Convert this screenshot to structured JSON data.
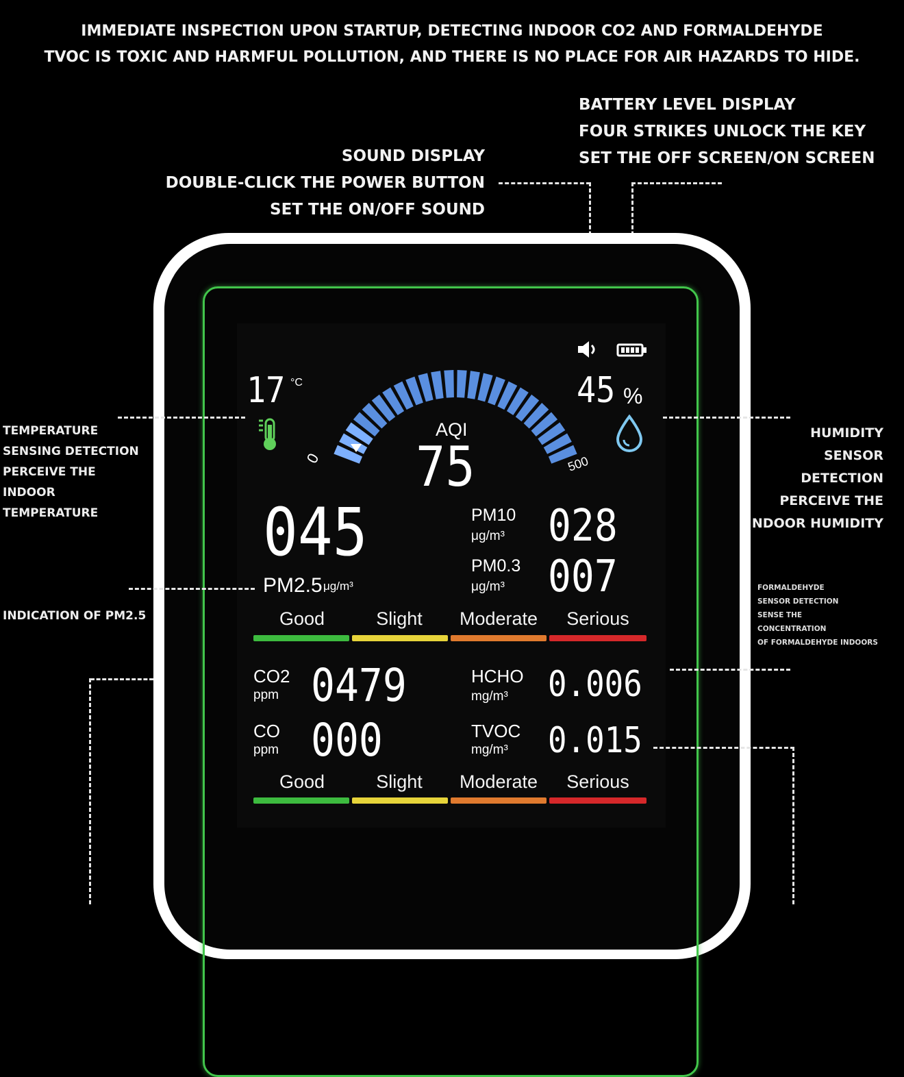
{
  "headline": {
    "line1": "IMMEDIATE INSPECTION UPON STARTUP, DETECTING INDOOR CO2 AND FORMALDEHYDE",
    "line2": "TVOC IS TOXIC AND HARMFUL POLLUTION, AND THERE IS NO PLACE FOR AIR HAZARDS TO HIDE."
  },
  "callouts": {
    "battery": [
      "BATTERY LEVEL DISPLAY",
      "FOUR STRIKES UNLOCK THE KEY",
      "SET THE OFF SCREEN/ON SCREEN"
    ],
    "sound": [
      "SOUND DISPLAY",
      "DOUBLE-CLICK THE POWER BUTTON",
      "SET THE ON/OFF SOUND"
    ],
    "temperature": [
      "TEMPERATURE",
      "SENSING DETECTION",
      "PERCEIVE THE",
      "INDOOR",
      "TEMPERATURE"
    ],
    "humidity": [
      "HUMIDITY",
      "SENSOR",
      "DETECTION",
      "PERCEIVE THE",
      "NDOOR HUMIDITY"
    ],
    "pm25": "INDICATION OF PM2.5",
    "formaldehyde": [
      "FORMALDEHYDE",
      "SENSOR DETECTION",
      "SENSE THE",
      "CONCENTRATION",
      "OF FORMALDEHYDE INDOORS"
    ]
  },
  "display": {
    "temperature": "17",
    "temperature_unit": "°C",
    "humidity": "45",
    "humidity_unit": "%",
    "aqi_label": "AQI",
    "aqi_value": "75",
    "aqi_min": "0",
    "aqi_max": "500",
    "pm25_value": "045",
    "pm25_label": "PM2.5",
    "pm25_unit": "μg/m³",
    "pm10_label": "PM10",
    "pm10_unit": "μg/m³",
    "pm10_value": "028",
    "pm03_label": "PM0.3",
    "pm03_unit": "μg/m³",
    "pm03_value": "007",
    "co2_label": "CO2",
    "co2_unit": "ppm",
    "co2_value": "0479",
    "co_label": "CO",
    "co_unit": "ppm",
    "co_value": "000",
    "hcho_label": "HCHO",
    "hcho_unit": "mg/m³",
    "hcho_value": "0.006",
    "tvoc_label": "TVOC",
    "tvoc_unit": "mg/m³",
    "tvoc_value": "0.015",
    "scale_levels": [
      "Good",
      "Slight",
      "Moderate",
      "Serious"
    ],
    "scale_colors": [
      "#3dbb3f",
      "#e7d43a",
      "#e07a2e",
      "#d6282a"
    ]
  },
  "colors": {
    "frame_green": "#42c54b",
    "gauge_blue": "#5a8fe0",
    "gauge_light": "#7db0ff"
  },
  "icons": [
    "speaker-icon",
    "battery-icon",
    "thermometer-icon",
    "water-drop-icon",
    "pointer-triangle-icon"
  ]
}
